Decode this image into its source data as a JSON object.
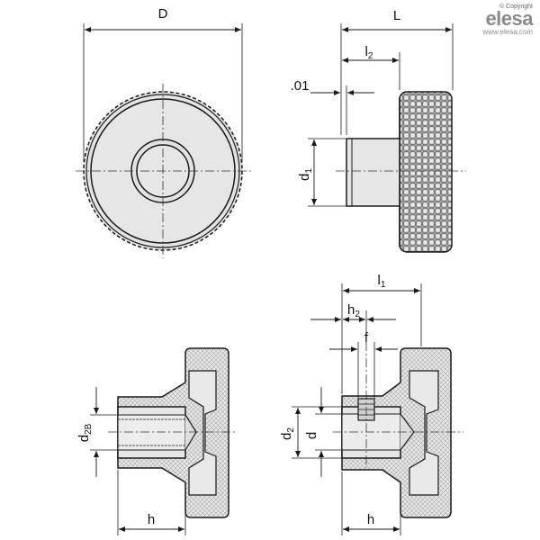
{
  "brand": {
    "copyright": "© Copyright",
    "logo": "elesa",
    "url": "www.elesa.com"
  },
  "labels": {
    "D": "D",
    "L": "L",
    "l2_main": "l",
    "l2_sub": "2",
    "o1": ".01",
    "d1_main": "d",
    "d1_sub": "1",
    "l1_main": "l",
    "l1_sub": "1",
    "h2_main": "h",
    "h2_sub": "2",
    "f": "f",
    "d2B_main": "d",
    "d2B_sub": "2B",
    "d2_main": "d",
    "d2_sub": "2",
    "d": "d",
    "h_left": "h",
    "h_right": "h"
  },
  "colors": {
    "fill": "#e6e6e6",
    "hatch": "#d9d9d9",
    "line": "#1a1a1a"
  }
}
